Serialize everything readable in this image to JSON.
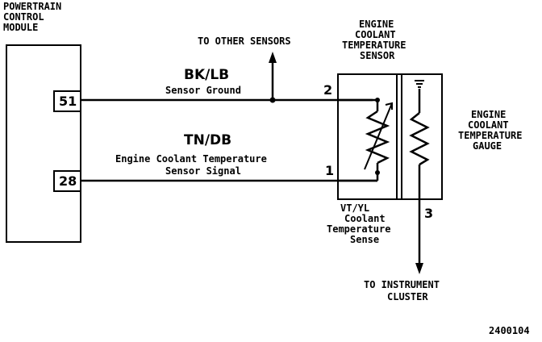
{
  "pcm": {
    "title_line1": "POWERTRAIN",
    "title_line2": "CONTROL",
    "title_line3": "MODULE",
    "pin_51": "51",
    "pin_28": "28"
  },
  "wires": {
    "top_color": "BK/LB",
    "top_name": "Sensor Ground",
    "bottom_color": "TN/DB",
    "bottom_name_line1": "Engine Coolant Temperature",
    "bottom_name_line2": "Sensor Signal",
    "other_sensors": "TO OTHER SENSORS",
    "sense_color": "VT/YL",
    "sense_line1": "Coolant",
    "sense_line2": "Temperature",
    "sense_line3": "Sense",
    "instrument_line1": "TO INSTRUMENT",
    "instrument_line2": "CLUSTER"
  },
  "sensor": {
    "title_line1": "ENGINE",
    "title_line2": "COOLANT",
    "title_line3": "TEMPERATURE",
    "title_line4": "SENSOR",
    "pin_2": "2",
    "pin_1": "1",
    "pin_3": "3"
  },
  "gauge": {
    "title_line1": "ENGINE",
    "title_line2": "COOLANT",
    "title_line3": "TEMPERATURE",
    "title_line4": "GAUGE"
  },
  "figure_id": "2400104"
}
